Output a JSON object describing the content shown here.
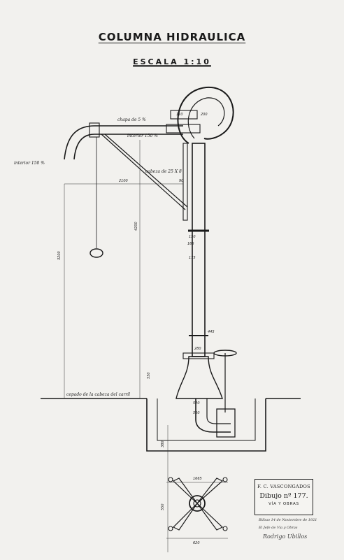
{
  "title": "COLUMNA HIDRAULICA",
  "scale": "ESCALA 1:10",
  "labels": {
    "slope": "chapa de 5 %",
    "inner_diameter_1": "interior 150 %",
    "inner_diameter_2": "interior 150 %",
    "joint": "cabeza de 25 X 8",
    "rail_level": "cepado de la cabeza del carril"
  },
  "dimensions": {
    "d_width": "2100",
    "d_height_left": "3200",
    "d_height_mid": "4200",
    "d_top_1": "110",
    "d_top_2": "200",
    "d_pipe_1": "150",
    "d_pipe_2": "165",
    "d_pipe_3": "90",
    "d_pipe_4": "175",
    "d_base_1": "445",
    "d_base_2": "280",
    "d_base_3": "550",
    "d_base_4": "520",
    "d_base_5": "560",
    "d_foot_1": "1665",
    "d_foot_2": "620",
    "d_foot_3": "380",
    "d_foot_4": "550"
  },
  "title_block": {
    "company": "F. C. VASCONGADOS",
    "drawing": "Dibujo nº 177.",
    "department": "VÍA Y OBRAS"
  },
  "annotations": {
    "date": "Bilbao 14 de Noviembre de 1921",
    "chief": "El Jefe de Vía y Obras",
    "signature": "Rodrigo Ubillos"
  },
  "colors": {
    "ink": "#1a1a1a",
    "paper": "#f2f1ee"
  }
}
